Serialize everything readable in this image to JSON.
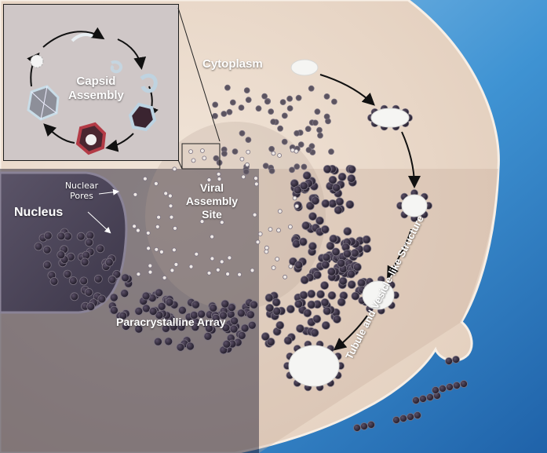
{
  "labels": {
    "cytoplasm": "Cytoplasm",
    "capsid_assembly_line1": "Capsid",
    "capsid_assembly_line2": "Assembly",
    "nucleus": "Nucleus",
    "nuclear_pores_line1": "Nuclear",
    "nuclear_pores_line2": "Pores",
    "viral_assembly_line1": "Viral",
    "viral_assembly_line2": "Assembly",
    "viral_assembly_line3": "Site",
    "paracrystalline_array": "Paracrystalline Array",
    "tubule_vesicle": "Tubule and Vesicle-like Structure"
  },
  "colors": {
    "background_blue": "#3a8fd0",
    "cytoplasm": "#e9d7c7",
    "nucleus": "#4a4458",
    "virion": "#2e2738",
    "vesicle": "#f3f3f1"
  }
}
